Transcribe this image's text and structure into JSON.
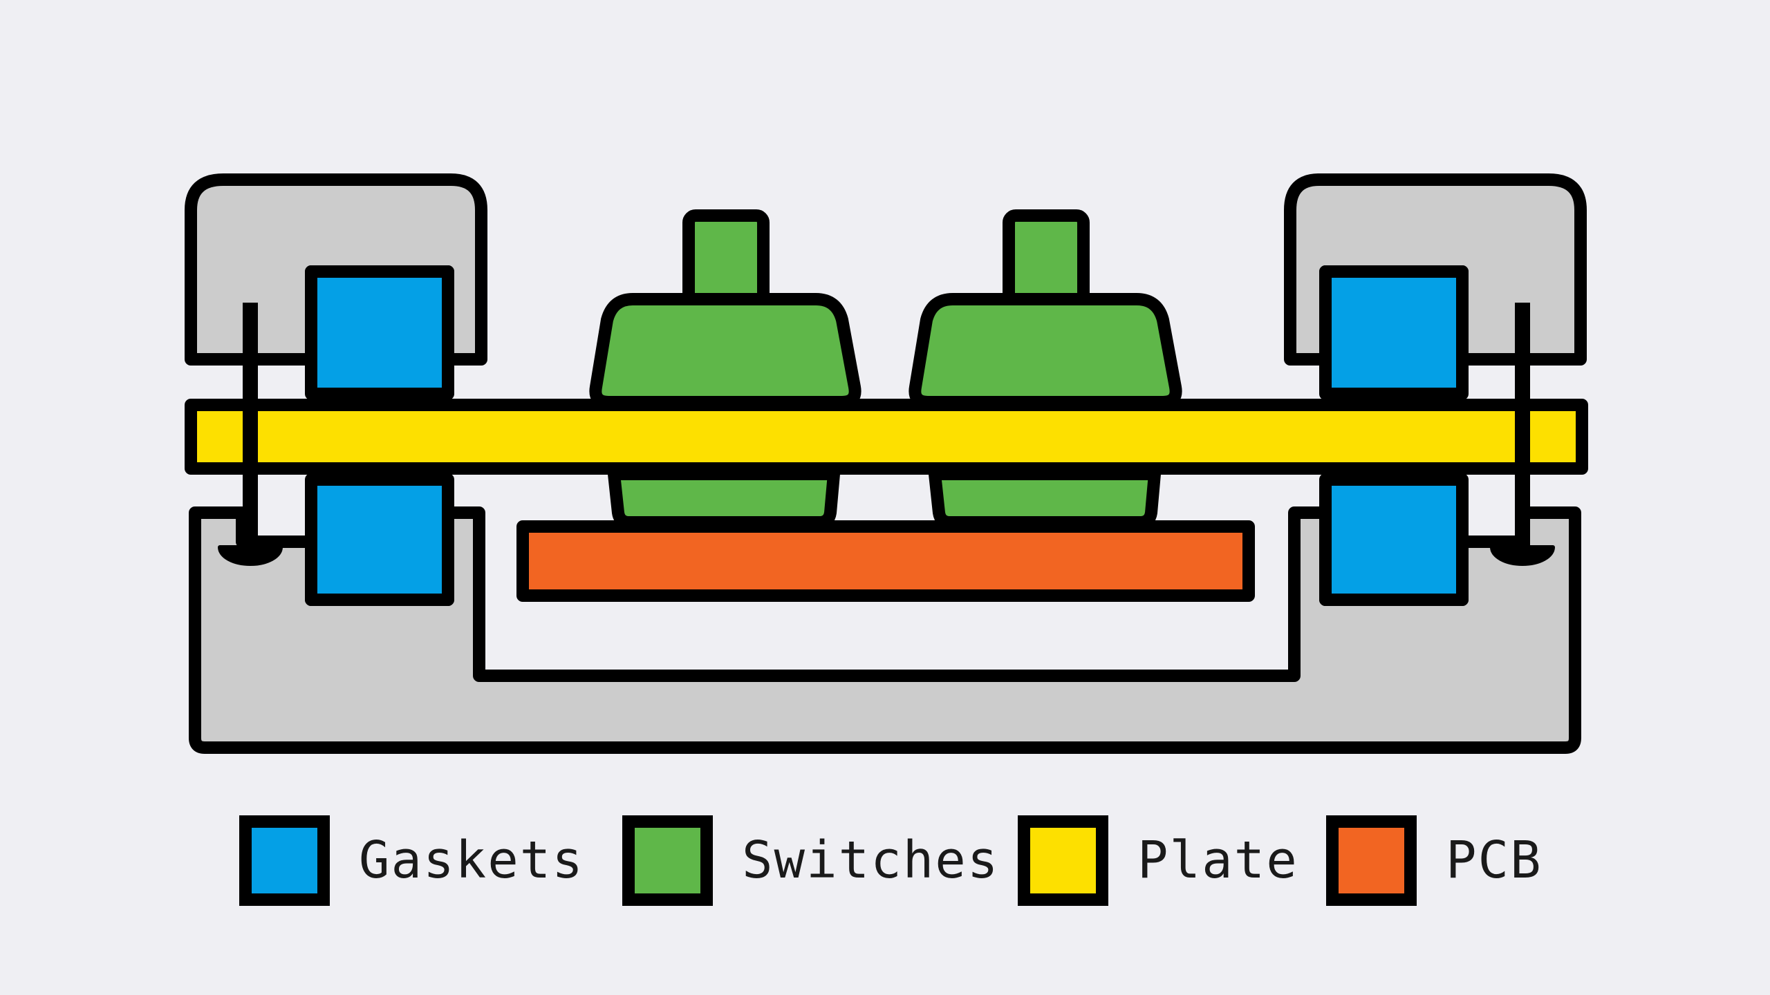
{
  "diagram": {
    "colors": {
      "background": "#efeff3",
      "case": "#cccccc",
      "outline": "#000000",
      "gasket": "#04a0e6",
      "switch": "#5fb749",
      "plate": "#fde000",
      "pcb": "#f26522"
    },
    "legend": [
      {
        "key": "gasket",
        "label": "Gaskets",
        "color": "#04a0e6"
      },
      {
        "key": "switch",
        "label": "Switches",
        "color": "#5fb749"
      },
      {
        "key": "plate",
        "label": "Plate",
        "color": "#fde000"
      },
      {
        "key": "pcb",
        "label": "PCB",
        "color": "#f26522"
      }
    ]
  }
}
